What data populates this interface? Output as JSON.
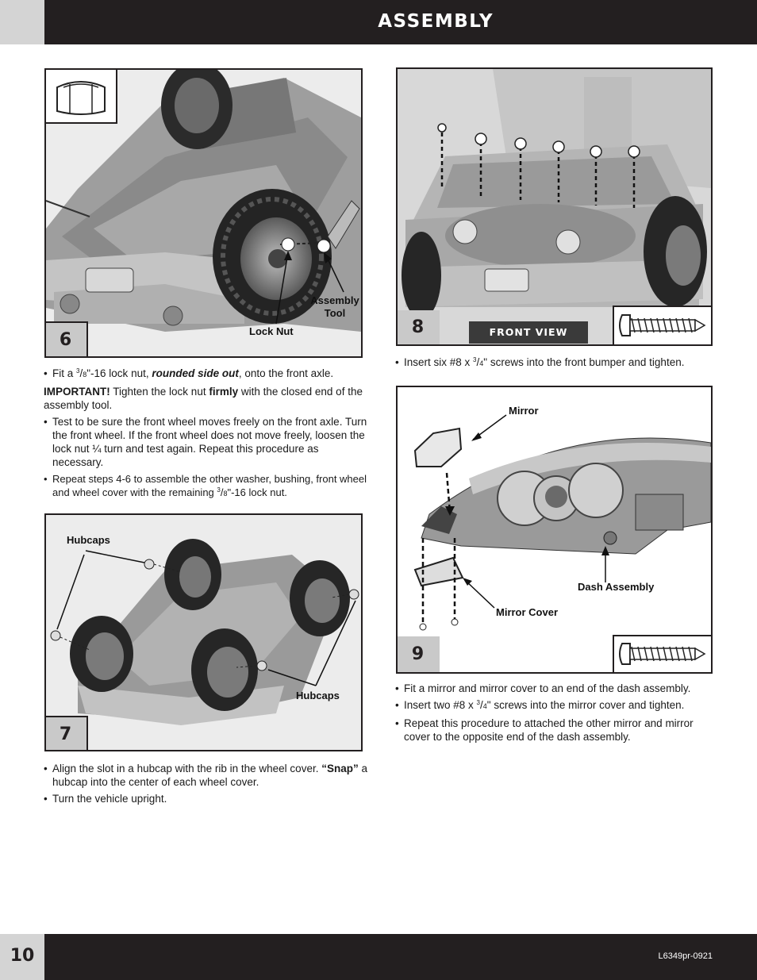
{
  "header": {
    "title": "ASSEMBLY"
  },
  "footer": {
    "page_number": "10",
    "code": "L6349pr-0921"
  },
  "step6": {
    "number": "6",
    "callouts": {
      "lock_nut": "Lock Nut",
      "assembly_tool_1": "Assembly",
      "assembly_tool_2": "Tool"
    },
    "text": {
      "b1_pre": "Fit a ",
      "b1_num": "3",
      "b1_den": "8",
      "b1_mid": "\"-16 lock nut, ",
      "b1_em": "rounded side out",
      "b1_post": ", onto the front axle.",
      "imp_strong": "IMPORTANT!",
      "imp_mid": " Tighten the lock nut ",
      "imp_firmly": "firmly",
      "imp_post": " with the closed end of the assembly tool.",
      "b2": "Test to be sure the front wheel moves freely on the front axle. Turn the front wheel. If the front wheel does not move freely, loosen the lock nut ¼ turn and test again. Repeat this procedure as necessary.",
      "b3_pre": "Repeat steps 4-6 to assemble the other washer, bushing, front wheel and wheel cover with the remaining ",
      "b3_num": "3",
      "b3_den": "8",
      "b3_post": "\"-16 lock nut."
    }
  },
  "step7": {
    "number": "7",
    "callouts": {
      "hubcaps_top": "Hubcaps",
      "hubcaps_bottom": "Hubcaps"
    },
    "text": {
      "b1_pre": "Align the slot in a hubcap with the rib in the wheel cover. ",
      "b1_strong": "“Snap”",
      "b1_post": " a hubcap into the center of each wheel cover.",
      "b2": "Turn the vehicle upright."
    }
  },
  "step8": {
    "number": "8",
    "front_view": "FRONT VIEW",
    "text": {
      "b1_pre": "Insert six #8 x ",
      "b1_num": "3",
      "b1_den": "4",
      "b1_post": "\" screws into the front bumper and tighten."
    }
  },
  "step9": {
    "number": "9",
    "callouts": {
      "mirror": "Mirror",
      "dash_assembly": "Dash Assembly",
      "mirror_cover": "Mirror Cover"
    },
    "text": {
      "b1": "Fit a mirror and mirror cover to an end of the dash assembly.",
      "b2_pre": "Insert two #8 x ",
      "b2_num": "3",
      "b2_den": "4",
      "b2_post": "\" screws into the mirror cover and tighten.",
      "b3": "Repeat this procedure to attached the other mirror and mirror cover to the opposite end of the dash assembly."
    }
  }
}
